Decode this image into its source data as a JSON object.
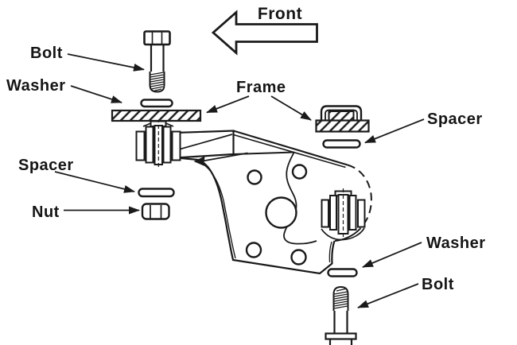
{
  "diagram": {
    "title_note": "",
    "colors": {
      "ink": "#1a1a1a",
      "background": "#ffffff"
    },
    "direction": {
      "front": "Front"
    },
    "labels": {
      "bolt_top": "Bolt",
      "washer_top": "Washer",
      "frame": "Frame",
      "spacer_right": "Spacer",
      "spacer_left": "Spacer",
      "nut": "Nut",
      "washer_right": "Washer",
      "bolt_bottom": "Bolt"
    },
    "icons": [
      "front-direction-arrow",
      "bolt-drawing-top",
      "washer-drawing-top",
      "frame-bar-left-drawing",
      "frame-bar-right-drawing",
      "spacer-drawing-right",
      "spacer-drawing-left",
      "nut-drawing",
      "bracket-drawing",
      "bushing-drawing-left",
      "bushing-drawing-right",
      "washer-drawing-right",
      "bolt-drawing-bottom"
    ]
  }
}
